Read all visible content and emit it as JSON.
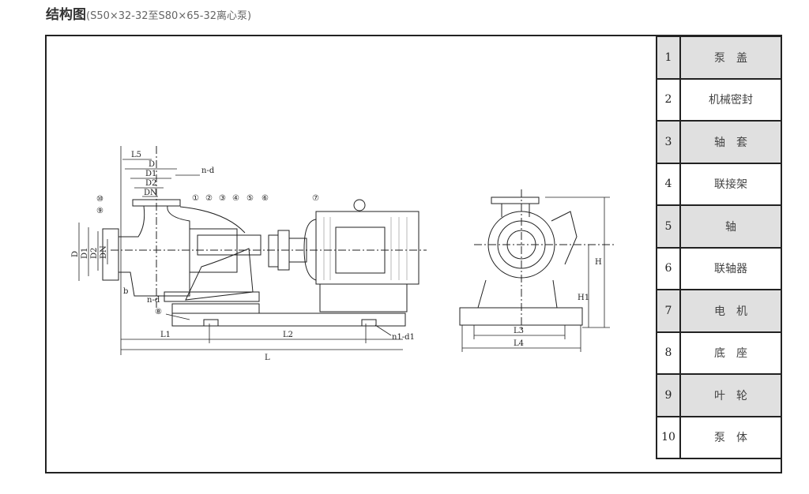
{
  "title": {
    "main": "结构图",
    "sub": "(S50×32-32至S80×65-32离心泵)"
  },
  "parts": [
    {
      "no": "1",
      "name": "泵　盖"
    },
    {
      "no": "2",
      "name": "机械密封"
    },
    {
      "no": "3",
      "name": "轴　套"
    },
    {
      "no": "4",
      "name": "联接架"
    },
    {
      "no": "5",
      "name": "轴"
    },
    {
      "no": "6",
      "name": "联轴器"
    },
    {
      "no": "7",
      "name": "电　机"
    },
    {
      "no": "8",
      "name": "底　座"
    },
    {
      "no": "9",
      "name": "叶　轮"
    },
    {
      "no": "10",
      "name": "泵　体"
    }
  ],
  "labels": {
    "L5": "L5",
    "D": "D",
    "D1": "D1",
    "D2": "D2",
    "DN": "DN",
    "nd_top": "n-d",
    "c10": "⑩",
    "c9": "⑨",
    "c1": "①",
    "c2": "②",
    "c3": "③",
    "c4": "④",
    "c5": "⑤",
    "c6": "⑥",
    "c7": "⑦",
    "c8": "⑧",
    "vD": "D",
    "vD1": "D1",
    "vD2": "D2",
    "vDN": "DN",
    "b": "b",
    "nd_bottom": "n-d",
    "L1": "L1",
    "L2": "L2",
    "L": "L",
    "n1d1": "n1-d1",
    "H": "H",
    "H1": "H1",
    "L3": "L3",
    "L4": "L4"
  }
}
